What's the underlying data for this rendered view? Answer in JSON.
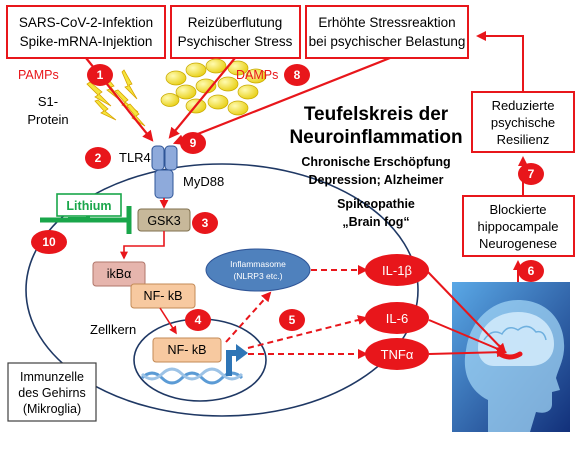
{
  "top_boxes": {
    "sars": [
      "SARS-CoV-2-Infektion",
      "Spike-mRNA-Injektion"
    ],
    "reiz": [
      "Reizüberflutung",
      "Psychischer Stress"
    ],
    "stress": [
      "Erhöhte Stressreaktion",
      "bei psychischer Belastung"
    ]
  },
  "labels": {
    "pamps": "PAMPs",
    "damps": "DAMPs",
    "s1": [
      "S1-",
      "Protein"
    ],
    "tlr4": "TLR4",
    "myd88": "MyD88",
    "lithium": "Lithium",
    "gsk3": "GSK3",
    "ikba": "ikBα",
    "nfkb1": "NF- kB",
    "nfkb2": "NF- kB",
    "zellkern": "Zellkern",
    "inflammasome": [
      "Inflammasome",
      "(NLRP3 etc.)"
    ],
    "il1b": "IL-1β",
    "il6": "IL-6",
    "tnfa": "TNFα",
    "immunzelle": [
      "Immunzelle",
      "des Gehirns",
      "(Mikroglia)"
    ]
  },
  "title": {
    "line1": "Teufelskreis der",
    "line2": "Neuroinflammation",
    "sub1": "Chronische Erschöpfung",
    "sub2": "Depression; Alzheimer",
    "sub3": "Spikeopathie",
    "sub4": "„Brain fog“"
  },
  "right_boxes": {
    "resilienz": [
      "Reduzierte",
      "psychische",
      "Resilienz"
    ],
    "neurogenese": [
      "Blockierte",
      "hippocampale",
      "Neurogenese"
    ]
  },
  "numbers": [
    "1",
    "2",
    "3",
    "4",
    "5",
    "6",
    "7",
    "8",
    "9",
    "10"
  ],
  "colors": {
    "red": "#e8161b",
    "green": "#19a64a",
    "gsk": "#c7b89a",
    "pink": "#e6b5ad",
    "nfkb": "#f7c9a0",
    "inflammasome": "#4f81bd",
    "yellow": "#f5e43c",
    "brain_bg": "#1d3d8f"
  }
}
